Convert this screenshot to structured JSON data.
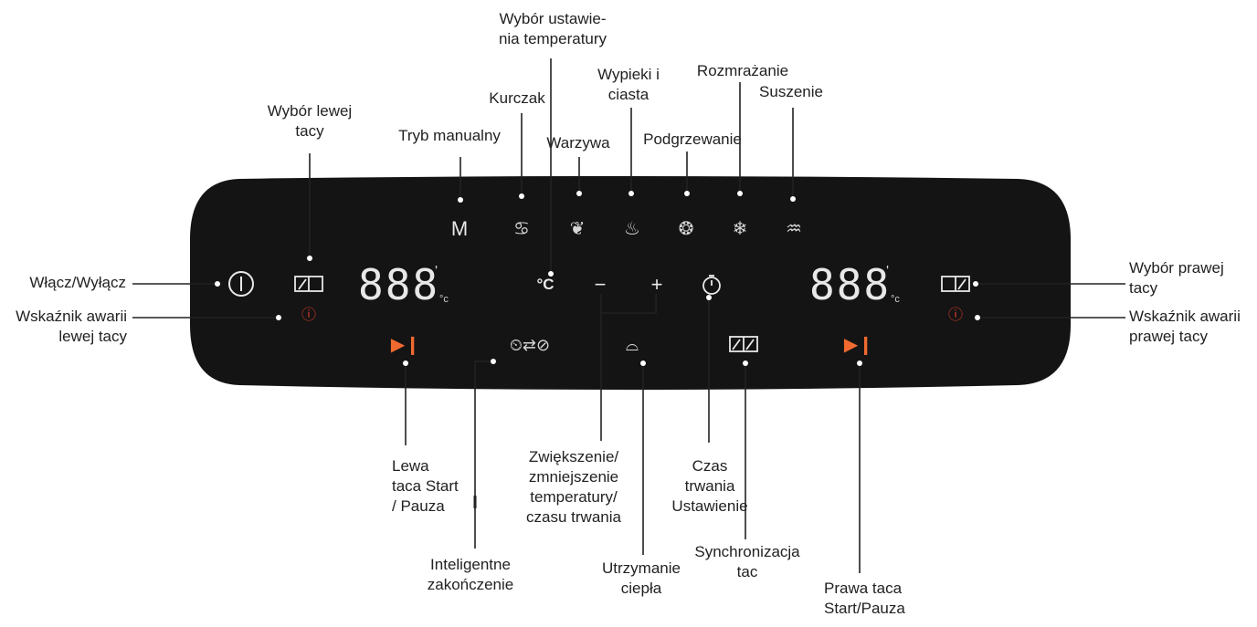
{
  "labels": {
    "temp_select": [
      "Wybór ustawie-",
      "nia temperatury"
    ],
    "chicken": [
      "Kurczak"
    ],
    "baking": [
      "Wypieki i",
      "ciasta"
    ],
    "defrost": [
      "Rozmrażanie"
    ],
    "drying": [
      "Suszenie"
    ],
    "left_tray_select": [
      "Wybór lewej",
      "tacy"
    ],
    "manual": [
      "Tryb manualny"
    ],
    "vegetables": [
      "Warzywa"
    ],
    "reheat": [
      "Podgrzewanie"
    ],
    "power": [
      "Włącz/Wyłącz"
    ],
    "left_fault": [
      "Wskaźnik awarii",
      "lewej tacy"
    ],
    "right_tray_select": [
      "Wybór prawej",
      "tacy"
    ],
    "right_fault": [
      "Wskaźnik awarii",
      "prawej tacy"
    ],
    "left_start": [
      "Lewa",
      "taca Start",
      "/ Pauza"
    ],
    "smart_finish": [
      "Inteligentne",
      "zakończenie"
    ],
    "plus_minus": [
      "Zwiększenie/",
      "zmniejszenie",
      "temperatury/",
      "czasu trwania"
    ],
    "keep_warm": [
      "Utrzymanie",
      "ciepła"
    ],
    "duration": [
      "Czas",
      "trwania",
      "Ustawienie"
    ],
    "sync": [
      "Synchronizacja",
      "tac"
    ],
    "right_start": [
      "Prawa taca",
      "Start/Pauza"
    ]
  },
  "panel": {
    "left_display": "888",
    "right_display": "888",
    "display_prime": "'",
    "display_unit": "°c",
    "celsius": "°C",
    "manual_glyph": "M",
    "minus": "−",
    "plus": "+",
    "bg_color": "#141414",
    "accent_orange": "#f06a30",
    "fault_red": "#e03c2a"
  },
  "icons": {
    "power": "power-icon",
    "chicken": "chicken-icon",
    "vegetables": "vegetables-icon",
    "baking": "cake-icon",
    "reheat": "reheat-icon",
    "defrost": "snowflake-icon",
    "drying": "drying-icon",
    "tray": "tray-select-icon",
    "fault": "fault-icon",
    "play_pause": "play-pause-icon",
    "smart_finish": "smart-finish-icon",
    "keep_warm": "keep-warm-icon",
    "timer": "timer-icon",
    "sync": "sync-icon"
  }
}
